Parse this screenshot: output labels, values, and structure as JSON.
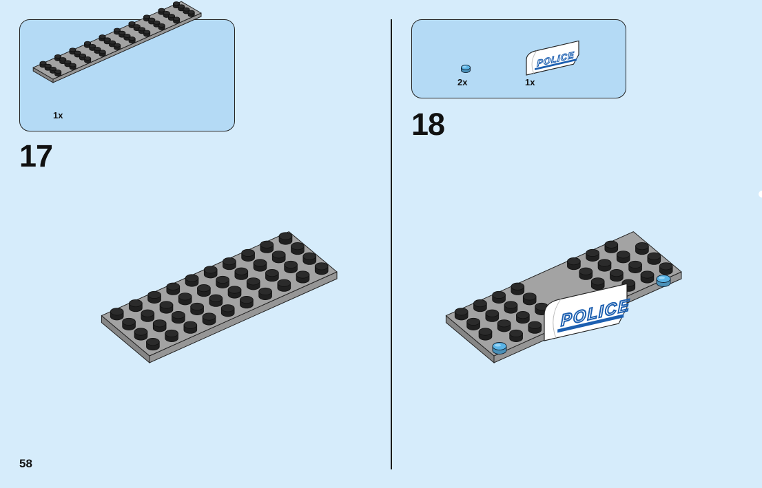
{
  "page": {
    "number": "58"
  },
  "steps": [
    {
      "number": "17",
      "parts": [
        {
          "name": "plate-4x10-gray",
          "qty": "1x",
          "color": "#a3a3a3"
        }
      ]
    },
    {
      "number": "18",
      "parts": [
        {
          "name": "round-tile-1x1-trans-blue",
          "qty": "2x",
          "color": "#5bb4e6"
        },
        {
          "name": "curved-slope-police-print",
          "qty": "1x",
          "color": "#ffffff"
        }
      ]
    }
  ],
  "print_text": "POLICE",
  "colors": {
    "background": "#d6ecfb",
    "parts_panel": "#b4daf5",
    "plate": "#a3a3a3",
    "stud": "#2b2b2b",
    "trans_blue": "#5bb4e6",
    "police_blue": "#1c5fb0"
  }
}
